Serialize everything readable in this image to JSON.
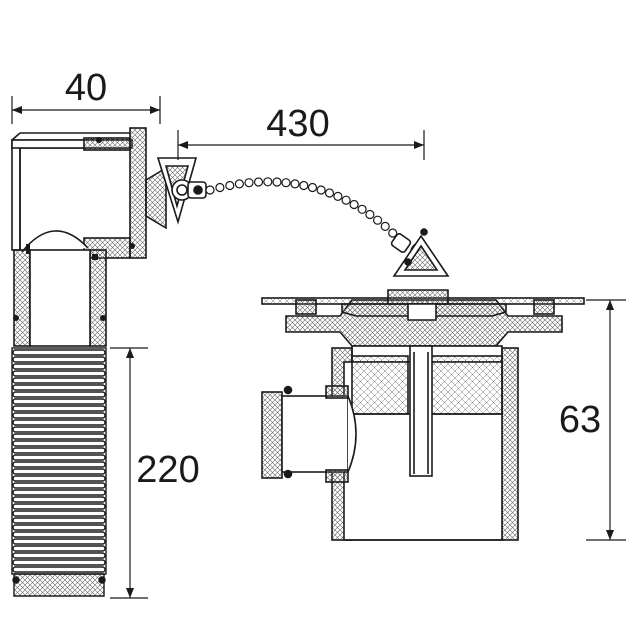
{
  "dimensions": {
    "overflow_width": "40",
    "chain_length": "430",
    "hose_length": "220",
    "waste_height": "63"
  },
  "colors": {
    "line": "#1a1a1a",
    "hatch": "#555555",
    "background": "#ffffff"
  }
}
